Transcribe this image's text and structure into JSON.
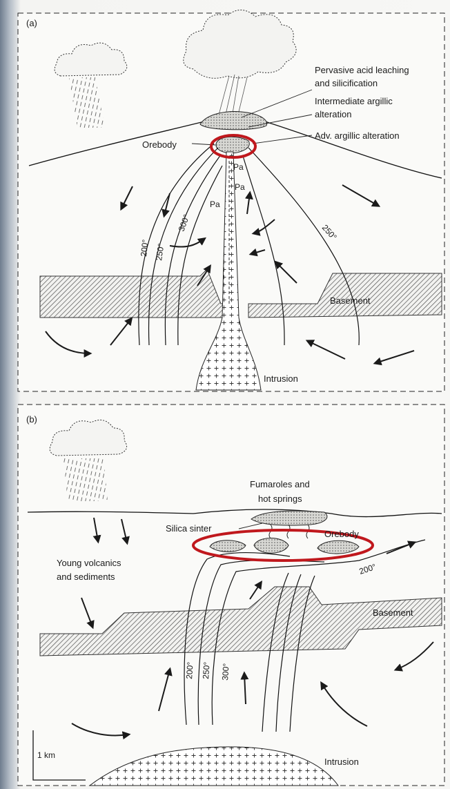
{
  "panel_a": {
    "label": "(a)",
    "labels": {
      "pervasive_1": "Pervasive acid leaching",
      "pervasive_2": "and silicification",
      "intermediate_1": "Intermediate argillic",
      "intermediate_2": "alteration",
      "adv_argillic": "Adv. argillic alteration",
      "orebody": "Orebody",
      "pa1": "Pa",
      "pa2": "Pa",
      "pa3": "Pa",
      "basement": "Basement",
      "intrusion": "Intrusion"
    },
    "isotherms": [
      "200°",
      "250°",
      "300°",
      "250°"
    ]
  },
  "panel_b": {
    "label": "(b)",
    "labels": {
      "fumaroles_1": "Fumaroles and",
      "fumaroles_2": "hot springs",
      "silica_sinter": "Silica sinter",
      "orebody": "Orebody",
      "young_1": "Young volcanics",
      "young_2": "and sediments",
      "basement": "Basement",
      "intrusion": "Intrusion",
      "scale": "1 km"
    },
    "isotherms": [
      "200°",
      "250°",
      "300°",
      "200°"
    ]
  },
  "highlight_color": "#c0181d"
}
